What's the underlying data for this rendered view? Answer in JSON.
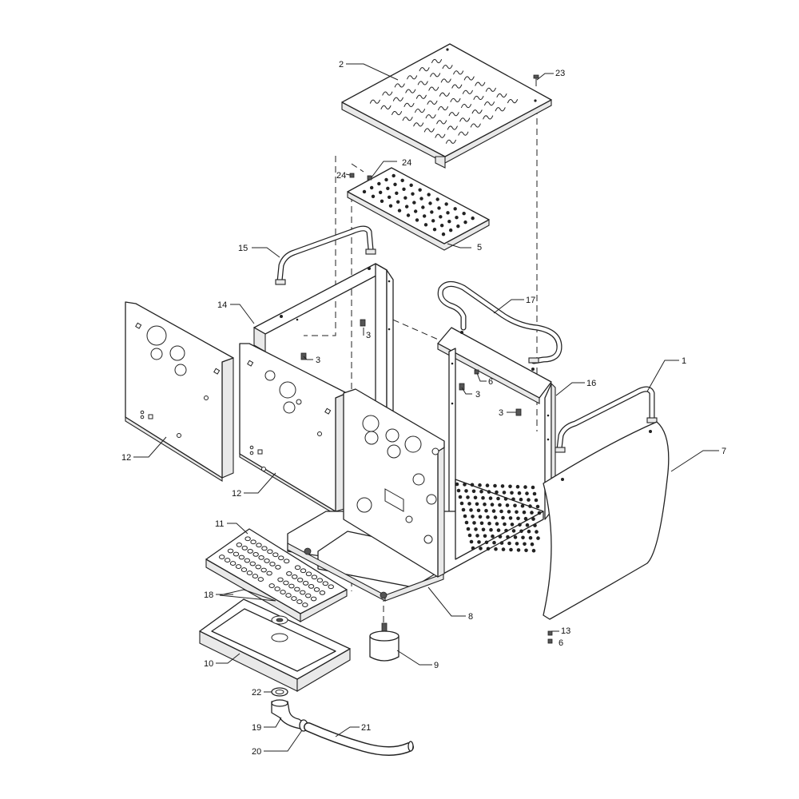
{
  "callouts": [
    {
      "id": "c2",
      "text": "2"
    },
    {
      "id": "c23",
      "text": "23"
    },
    {
      "id": "c24a",
      "text": "24"
    },
    {
      "id": "c24b",
      "text": "24"
    },
    {
      "id": "c5",
      "text": "5"
    },
    {
      "id": "c15",
      "text": "15"
    },
    {
      "id": "c14",
      "text": "14"
    },
    {
      "id": "c3a",
      "text": "3"
    },
    {
      "id": "c3b",
      "text": "3"
    },
    {
      "id": "c17",
      "text": "17"
    },
    {
      "id": "c6a",
      "text": "6"
    },
    {
      "id": "c3c",
      "text": "3"
    },
    {
      "id": "c3d",
      "text": "3"
    },
    {
      "id": "c16",
      "text": "16"
    },
    {
      "id": "c1",
      "text": "1"
    },
    {
      "id": "c7",
      "text": "7"
    },
    {
      "id": "c12a",
      "text": "12"
    },
    {
      "id": "c12b",
      "text": "12"
    },
    {
      "id": "c11",
      "text": "11"
    },
    {
      "id": "c18",
      "text": "18"
    },
    {
      "id": "c8",
      "text": "8"
    },
    {
      "id": "c13",
      "text": "13"
    },
    {
      "id": "c6b",
      "text": "6"
    },
    {
      "id": "c9",
      "text": "9"
    },
    {
      "id": "c10",
      "text": "10"
    },
    {
      "id": "c22",
      "text": "22"
    },
    {
      "id": "c19",
      "text": "19"
    },
    {
      "id": "c21",
      "text": "21"
    },
    {
      "id": "c20",
      "text": "20"
    }
  ]
}
